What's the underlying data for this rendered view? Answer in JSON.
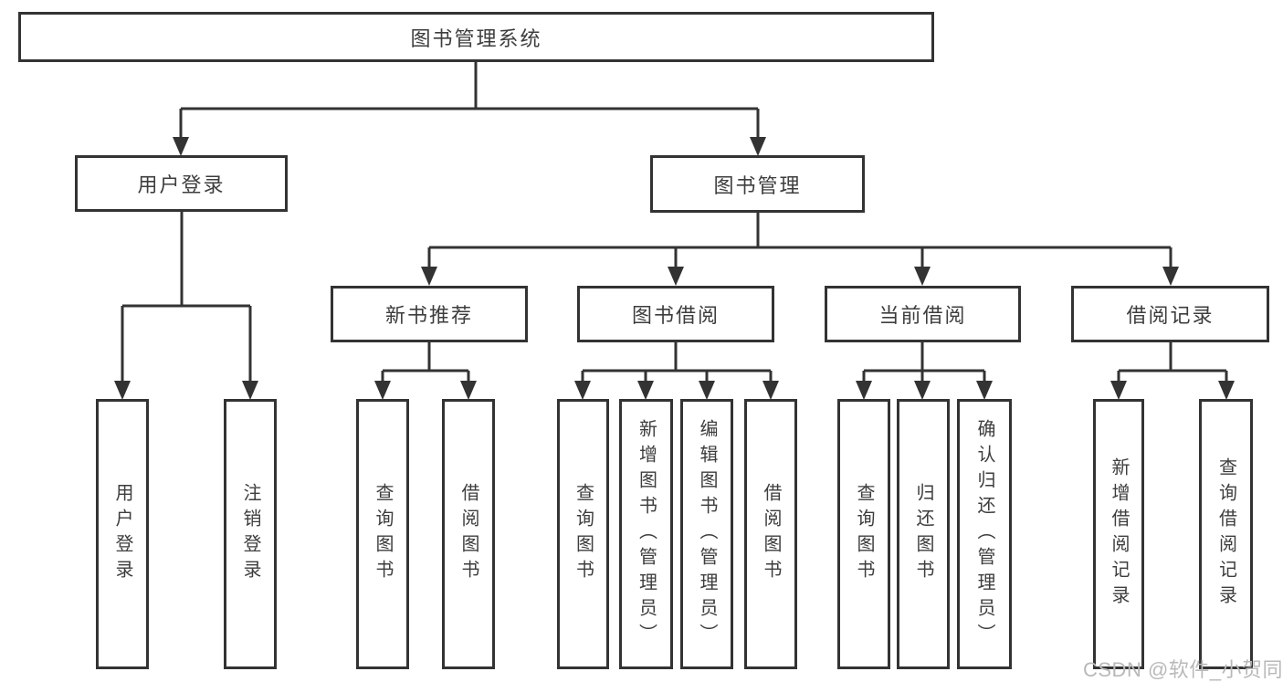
{
  "diagram": {
    "title": "图书管理系统",
    "root": {
      "label": "图书管理系统"
    },
    "level2": [
      {
        "label": "用户登录"
      },
      {
        "label": "图书管理"
      }
    ],
    "level3": [
      {
        "label": "新书推荐",
        "parent": "图书管理"
      },
      {
        "label": "图书借阅",
        "parent": "图书管理"
      },
      {
        "label": "当前借阅",
        "parent": "图书管理"
      },
      {
        "label": "借阅记录",
        "parent": "图书管理"
      }
    ],
    "leaves": [
      {
        "label": "用户登录",
        "parent": "用户登录"
      },
      {
        "label": "注销登录",
        "parent": "用户登录"
      },
      {
        "label": "查询图书",
        "parent": "新书推荐"
      },
      {
        "label": "借阅图书",
        "parent": "新书推荐"
      },
      {
        "label": "查询图书",
        "parent": "图书借阅"
      },
      {
        "label": "新增图书（管理员）",
        "parent": "图书借阅"
      },
      {
        "label": "编辑图书（管理员）",
        "parent": "图书借阅"
      },
      {
        "label": "借阅图书",
        "parent": "图书借阅"
      },
      {
        "label": "查询图书",
        "parent": "当前借阅"
      },
      {
        "label": "归还图书",
        "parent": "当前借阅"
      },
      {
        "label": "确认归还（管理员）",
        "parent": "当前借阅"
      },
      {
        "label": "新增借阅记录",
        "parent": "借阅记录"
      },
      {
        "label": "查询借阅记录",
        "parent": "借阅记录"
      }
    ]
  },
  "watermark": {
    "text": "CSDN @软件_小贺同学"
  },
  "colors": {
    "line": "#333333",
    "box_border": "#333333",
    "text": "#3d3d3d",
    "background": "#ffffff",
    "watermark": "#b9b9b9"
  }
}
